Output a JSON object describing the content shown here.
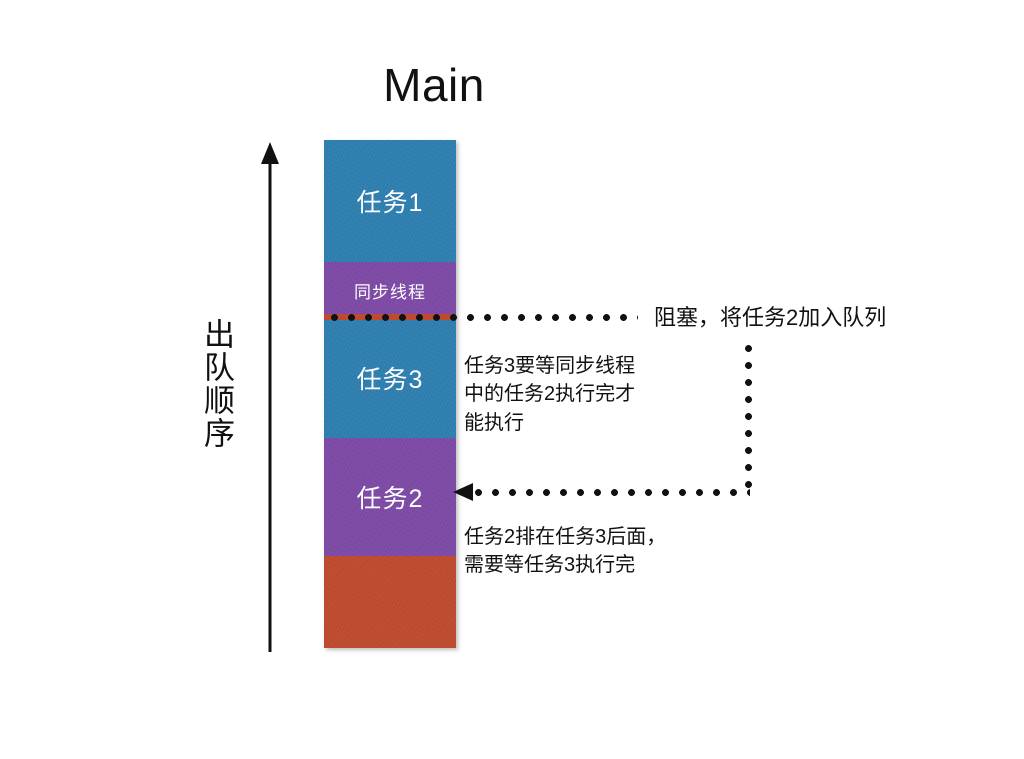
{
  "title": "Main",
  "axis": {
    "label": "出队顺序",
    "direction_icon": "up-arrow-icon"
  },
  "stack": {
    "blocks": [
      {
        "id": "task1",
        "label": "任务1",
        "color": "#2e7fb0"
      },
      {
        "id": "sync",
        "label": "同步线程",
        "color": "#7d4aa5"
      },
      {
        "id": "task3",
        "label": "任务3",
        "color": "#2e7fb0"
      },
      {
        "id": "task2",
        "label": "任务2",
        "color": "#7d4aa5"
      },
      {
        "id": "tail",
        "label": "",
        "color": "#bf4b2e"
      }
    ]
  },
  "annotations": {
    "blocking": "阻塞，将任务2加入队列",
    "task3_note": "任务3要等同步线程\n中的任务2执行完才\n能执行",
    "task2_note": "任务2排在任务3后面，\n需要等任务3执行完"
  },
  "colors": {
    "blue": "#2e7fb0",
    "purple": "#7d4aa5",
    "red": "#bf4b2e",
    "line": "#111111",
    "background": "#ffffff"
  }
}
